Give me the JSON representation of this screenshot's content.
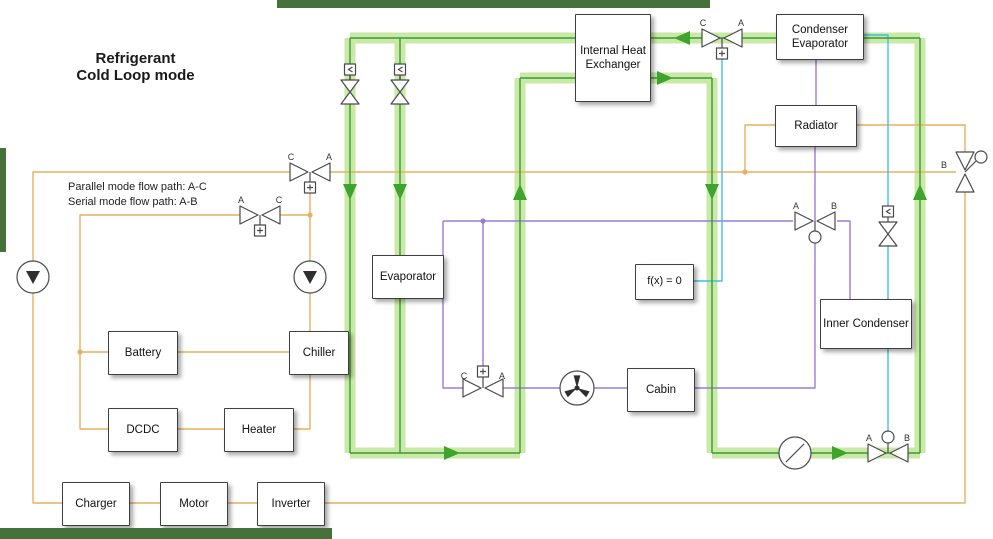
{
  "title": {
    "line1": "Refrigerant",
    "line2": "Cold Loop mode"
  },
  "annotation": {
    "line1": "Parallel mode flow path: A-C",
    "line2": "Serial mode flow path: A-B"
  },
  "blocks": {
    "internal_heat_exchanger": "Internal Heat Exchanger",
    "condenser_evaporator": "Condenser Evaporator",
    "radiator": "Radiator",
    "evaporator": "Evaporator",
    "solver": "f(x) = 0",
    "inner_condenser": "Inner Condenser",
    "battery": "Battery",
    "dcdc": "DCDC",
    "heater": "Heater",
    "chiller": "Chiller",
    "cabin": "Cabin",
    "charger": "Charger",
    "motor": "Motor",
    "inverter": "Inverter"
  },
  "valves": {
    "refrigerant_mode": {
      "left": "C",
      "right": "A"
    },
    "coolant_upper": {
      "left": "C",
      "right": "A"
    },
    "coolant_lower": {
      "left": "A",
      "right": "C"
    },
    "coolant_right": {
      "label": "B"
    },
    "heat_pump": {
      "left": "A",
      "right": "B"
    },
    "cabin_air": {
      "left": "C",
      "right": "A"
    },
    "compressor_outlet": {
      "left": "A",
      "right": "B"
    }
  },
  "colors": {
    "highlight_green": "#A6D96A",
    "line_green": "#379B37",
    "arrow_green": "#3FA42C",
    "line_orange": "#E9AF5E",
    "line_purple": "#9C7BD8",
    "line_cyan": "#3EC1E3",
    "edge_marker_green": "#47713A",
    "block_border": "#3f3f3f"
  }
}
